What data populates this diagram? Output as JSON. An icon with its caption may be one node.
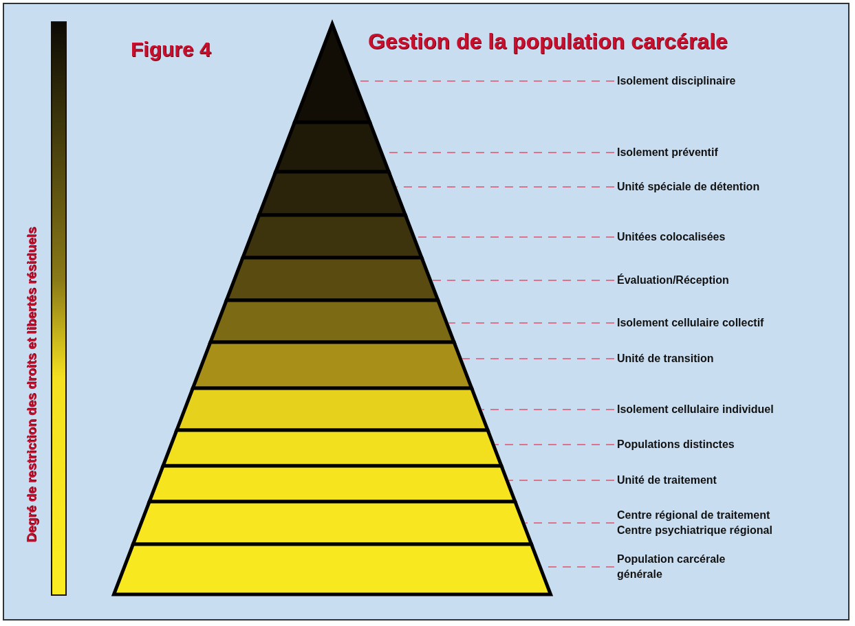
{
  "diagram": {
    "title": "Gestion de la population carcérale",
    "nodes": [
      {
        "text": [],
        "shape": "triangle"
      },
      {
        "text": [],
        "shape": "trapezoid"
      },
      {
        "text": [],
        "shape": "trapezoid"
      },
      {
        "text": [],
        "shape": "trapezoid"
      },
      {
        "text": [],
        "shape": "trapezoid"
      },
      {
        "text": [],
        "shape": "trapezoid"
      },
      {
        "text": [],
        "shape": "trapezoid"
      },
      {
        "text": [],
        "shape": "trapezoid"
      },
      {
        "text": [],
        "shape": "trapezoid"
      },
      {
        "text": [],
        "shape": "trapezoid"
      },
      {
        "text": [],
        "shape": "trapezoid"
      },
      {
        "text": [],
        "shape": "trapezoid"
      },
      {
        "text": [
          "Isolement disciplinaire"
        ]
      },
      {
        "text": [
          "Isolement préventif"
        ]
      },
      {
        "text": [
          "Unité spéciale de détention"
        ]
      },
      {
        "text": [
          "Unitées colocalisées"
        ]
      },
      {
        "text": [
          "Évaluation/Réception"
        ]
      },
      {
        "text": [
          "Isolement cellulaire collectif"
        ]
      },
      {
        "text": [
          "Unité de transition"
        ]
      },
      {
        "text": [
          "Isolement cellulaire individuel"
        ]
      },
      {
        "text": [
          "Populations distinctes"
        ]
      },
      {
        "text": [
          "Unité de traitement"
        ]
      },
      {
        "text": [
          "Centre régional de traitement",
          "Centre psychiatrique régional"
        ]
      },
      {
        "text": [
          "Population carcérale générale"
        ]
      },
      {
        "text": [],
        "shape": "bar",
        "beside": [
          "Degré de restriction des droits et libertés résiduels"
        ]
      }
    ],
    "edges": [
      {
        "from": 12,
        "to": 0,
        "arrow": "none",
        "style": "dashed"
      },
      {
        "from": 13,
        "to": 1,
        "arrow": "none",
        "style": "dashed"
      },
      {
        "from": 14,
        "to": 2,
        "arrow": "none",
        "style": "dashed"
      },
      {
        "from": 15,
        "to": 3,
        "arrow": "none",
        "style": "dashed"
      },
      {
        "from": 16,
        "to": 4,
        "arrow": "none",
        "style": "dashed"
      },
      {
        "from": 17,
        "to": 5,
        "arrow": "none",
        "style": "dashed"
      },
      {
        "from": 18,
        "to": 6,
        "arrow": "none",
        "style": "dashed"
      },
      {
        "from": 19,
        "to": 7,
        "arrow": "none",
        "style": "dashed"
      },
      {
        "from": 20,
        "to": 8,
        "arrow": "none",
        "style": "dashed"
      },
      {
        "from": 21,
        "to": 9,
        "arrow": "none",
        "style": "dashed"
      },
      {
        "from": 22,
        "to": 10,
        "arrow": "none",
        "style": "dashed"
      },
      {
        "from": 23,
        "to": 11,
        "arrow": "none",
        "style": "dashed"
      }
    ],
    "labels": [
      "Figure 4"
    ]
  }
}
